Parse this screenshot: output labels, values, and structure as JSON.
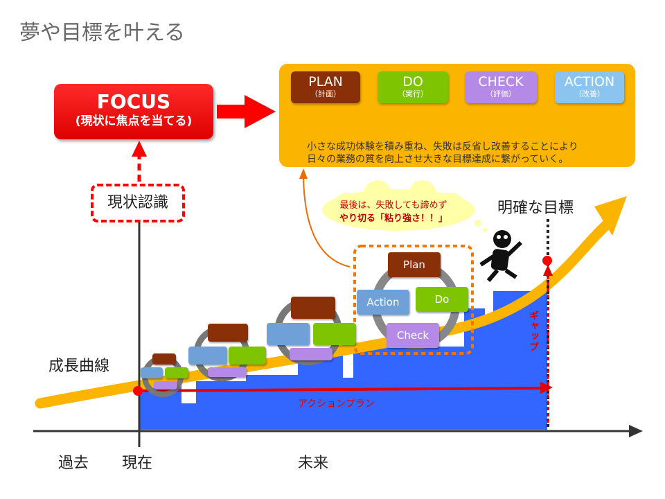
{
  "title": "夢や目標を叶える",
  "focus": {
    "title": "FOCUS",
    "subtitle": "(現状に焦点を当てる)"
  },
  "recognition": "現状認識",
  "pdca": {
    "plan": {
      "label": "PLAN",
      "sub": "（計画）"
    },
    "do": {
      "label": "DO",
      "sub": "（実行）"
    },
    "check": {
      "label": "CHECK",
      "sub": "（評価）"
    },
    "action": {
      "label": "ACTION",
      "sub": "（改善）"
    },
    "description_line1": "小さな成功体験を積み重ね、失敗は反省し改善することにより",
    "description_line2": "日々の業務の質を向上させ大きな目標達成に繋がっていく。"
  },
  "bubble": {
    "line1": "最後は、失敗しても諦めず",
    "line2": "やり切る「粘り強さ！！」"
  },
  "goal": "明確な目標",
  "growth_curve": "成長曲線",
  "gap": "ギャップ",
  "action_plan": "アクションプラン",
  "axis": {
    "past": "過去",
    "now": "現在",
    "future": "未来"
  },
  "cycle_labels": {
    "plan": "Plan",
    "do": "Do",
    "action": "Action",
    "check": "Check"
  },
  "colors": {
    "accent_red": "#ff0000",
    "orange": "#fbb400",
    "blue_area": "#3366ff",
    "plan": "#8a3008",
    "do": "#7fc400",
    "check": "#b48ae6",
    "action": "#8cc4f0"
  }
}
